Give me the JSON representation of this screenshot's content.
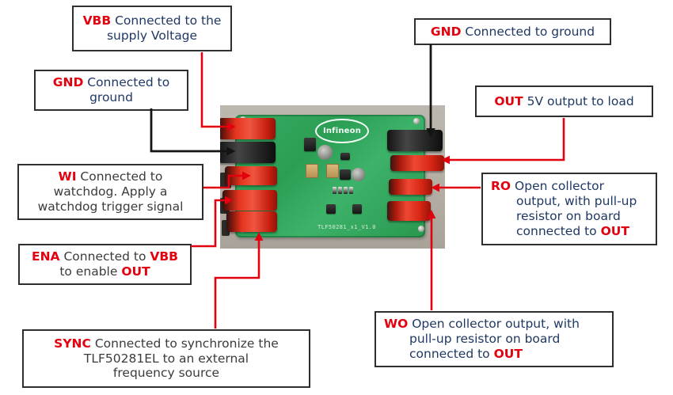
{
  "colors": {
    "accent_red": "#e3000f",
    "navy_text": "#1f3864",
    "dark_text": "#3b3b3f",
    "box_border": "#2e2e2e",
    "pcb_green": "#2fa45c",
    "photo_background": "#b5afa6"
  },
  "board_photo": {
    "logo": "Infineon",
    "silkscreen": "TLF50281_x1_V1.0"
  },
  "callouts": [
    {
      "id": "vbb",
      "segments": [
        {
          "t": "VBB",
          "em": true
        },
        {
          "t": " Connected to the\nsupply Voltage"
        }
      ]
    },
    {
      "id": "gnd-left",
      "segments": [
        {
          "t": "GND",
          "em": true
        },
        {
          "t": " Connected to\nground"
        }
      ]
    },
    {
      "id": "wi",
      "segments": [
        {
          "t": "WI",
          "em": true
        },
        {
          "t": " Connected to\nwatchdog. Apply a\nwatchdog trigger signal"
        }
      ]
    },
    {
      "id": "ena",
      "segments": [
        {
          "t": "ENA",
          "em": true
        },
        {
          "t": " Connected to "
        },
        {
          "t": "VBB",
          "em": true
        },
        {
          "t": "\nto enable "
        },
        {
          "t": "OUT",
          "em": true
        }
      ]
    },
    {
      "id": "sync",
      "segments": [
        {
          "t": "SYNC",
          "em": true
        },
        {
          "t": " Connected to synchronize the\nTLF50281EL to an external\nfrequency source"
        }
      ]
    },
    {
      "id": "gnd-right",
      "segments": [
        {
          "t": "GND",
          "em": true
        },
        {
          "t": " Connected to ground"
        }
      ]
    },
    {
      "id": "out",
      "segments": [
        {
          "t": "OUT",
          "em": true
        },
        {
          "t": " 5V output to load"
        }
      ]
    },
    {
      "id": "ro",
      "segments": [
        {
          "t": "RO",
          "em": true
        },
        {
          "t": " Open collector\noutput, with pull-up\nresistor on board\nconnected to "
        },
        {
          "t": "OUT",
          "em": true
        }
      ]
    },
    {
      "id": "wo",
      "segments": [
        {
          "t": "WO",
          "em": true
        },
        {
          "t": " Open collector output, with\npull-up resistor on board\nconnected to "
        },
        {
          "t": "OUT",
          "em": true
        }
      ]
    }
  ]
}
